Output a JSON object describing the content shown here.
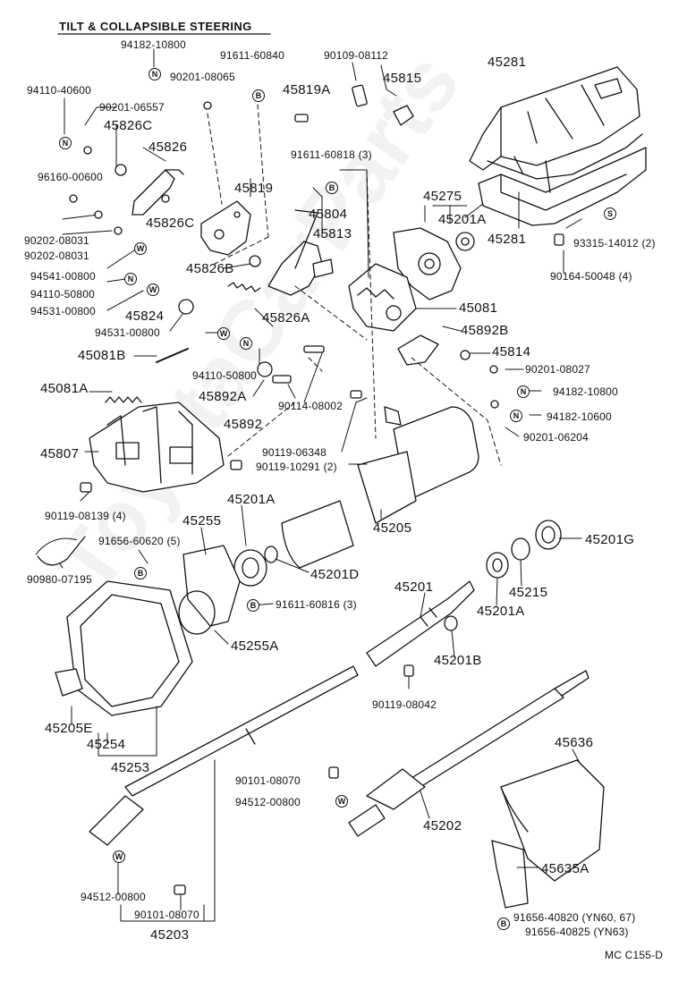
{
  "title": "TILT & COLLAPSIBLE STEERING",
  "watermark": "ToyotaCarParts",
  "footer_code": "MC C155-D",
  "symbols": {
    "N": "N",
    "W": "W",
    "B": "B",
    "S": "S"
  },
  "colors": {
    "ink": "#111111",
    "paper": "#ffffff"
  },
  "part_numbers": {
    "p94182_10800_top": "94182-10800",
    "p91611_60840": "91611-60840",
    "p90109_08112": "90109-08112",
    "p45815": "45815",
    "p45281_top": "45281",
    "p94110_40600": "94110-40600",
    "p90201_08065": "90201-08065",
    "p45819A": "45819A",
    "p90201_06557": "90201-06557",
    "p45826C_top": "45826C",
    "p45826": "45826",
    "p96160_00600": "96160-00600",
    "p91611_60818": "91611-60818 (3)",
    "p45819": "45819",
    "p45826C_mid": "45826C",
    "p45275": "45275",
    "p45201A_top": "45201A",
    "p45804": "45804",
    "p45281_mid": "45281",
    "p93315_14012": "93315-14012 (2)",
    "p90202_08031_a": "90202-08031",
    "p90202_08031_b": "90202-08031",
    "p45813": "45813",
    "p94541_00800": "94541-00800",
    "p45826B": "45826B",
    "p90164_50048": "90164-50048 (4)",
    "p94110_50800_a": "94110-50800",
    "p94531_00800_a": "94531-00800",
    "p45826A": "45826A",
    "p45081": "45081",
    "p45824": "45824",
    "p45892B": "45892B",
    "p94531_00800_b": "94531-00800",
    "p45814": "45814",
    "p45081B": "45081B",
    "p94110_50800_b": "94110-50800",
    "p90201_08027": "90201-08027",
    "p45081A": "45081A",
    "p45892A": "45892A",
    "p94182_10800_mid": "94182-10800",
    "p45892": "45892",
    "p90114_08002": "90114-08002",
    "p94182_10600": "94182-10600",
    "p90201_06204": "90201-06204",
    "p45807": "45807",
    "p90119_06348": "90119-06348",
    "p90119_10291": "90119-10291 (2)",
    "p90119_08139": "90119-08139 (4)",
    "p45201A_mid": "45201A",
    "p45255": "45255",
    "p45205": "45205",
    "p91656_60620": "91656-60620 (5)",
    "p45201G": "45201G",
    "p45201D": "45201D",
    "p90980_07195": "90980-07195",
    "p45201": "45201",
    "p45215": "45215",
    "p91611_60816": "91611-60816 (3)",
    "p45201A_low": "45201A",
    "p45255A": "45255A",
    "p45201B": "45201B",
    "p90119_08042": "90119-08042",
    "p45205E": "45205E",
    "p45254": "45254",
    "p45636": "45636",
    "p45253": "45253",
    "p90101_08070_a": "90101-08070",
    "p94512_00800_a": "94512-00800",
    "p45202": "45202",
    "p45635A": "45635A",
    "p94512_00800_b": "94512-00800",
    "p90101_08070_b": "90101-08070",
    "p91656_40820": "91656-40820 (YN60, 67)",
    "p91656_40825": "91656-40825 (YN63)",
    "p45203": "45203"
  }
}
